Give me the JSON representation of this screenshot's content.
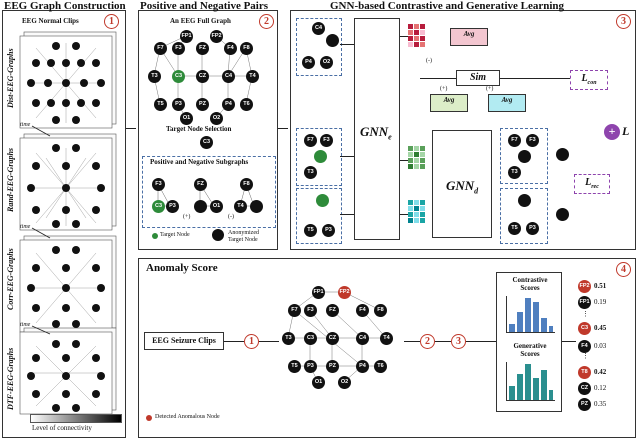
{
  "panels": {
    "graph_construction": {
      "title": "EEG Graph Construction",
      "badge": "1",
      "clips_label": "EEG Normal Clips",
      "rows": [
        "Dist-EEG-Graphs",
        "Rand-EEG-Graphs",
        "Corr-EEG-Graphs",
        "DTF-EEG-Graphs"
      ],
      "time_label": "time",
      "colorbar_label": "Level of connectivity"
    },
    "pairs": {
      "title": "Positive and Negative Pairs",
      "badge": "2",
      "full_graph_label": "An EEG Full Graph",
      "target_selection_label": "Target Node Selection",
      "subgraphs_label": "Positive and Negative Subgraphs",
      "plus": "(+)",
      "minus": "(-)",
      "legend_target": "Target Node",
      "legend_anon": "Anonymized Target Node"
    },
    "gnn": {
      "title": "GNN-based Contrastive and Generative Learning",
      "badge": "3",
      "gnn_e": "GNN",
      "gnn_e_sub": "e",
      "gnn_d": "GNN",
      "gnn_d_sub": "d",
      "avg": "Avg",
      "sim": "Sim",
      "loss_con": "L",
      "loss_con_sub": "con",
      "loss_rec": "L",
      "loss_rec_sub": "rec",
      "loss_total": "L",
      "plus_sign": "+",
      "signs": [
        "(-)",
        "(+)",
        "(+)"
      ]
    },
    "anomaly": {
      "title": "Anomaly Score",
      "badge": "4",
      "clips_label": "EEG Seizure Clips",
      "step1": "1",
      "step2": "2",
      "step3": "3",
      "contrastive_label": "Contrastive Scores",
      "generative_label": "Generative Scores",
      "detected_label": "Detected Anomalous Node",
      "scores": [
        {
          "node": "FP2",
          "value": "0.51"
        },
        {
          "node": "FP1",
          "value": "0.19"
        },
        {
          "node": "C3",
          "value": "0.45"
        },
        {
          "node": "F4",
          "value": "0.03"
        },
        {
          "node": "T8",
          "value": "0.42"
        },
        {
          "node": "CZ",
          "value": "0.12"
        },
        {
          "node": "PZ",
          "value": "0.35"
        }
      ]
    }
  },
  "nodes": {
    "full_graph": [
      "FP1",
      "FP2",
      "F7",
      "F3",
      "FZ",
      "F4",
      "F8",
      "T3",
      "C3",
      "CZ",
      "C4",
      "T4",
      "T5",
      "P3",
      "PZ",
      "P4",
      "T6",
      "O1",
      "O2"
    ],
    "target": "C3"
  },
  "colors": {
    "accent_red": "#c0392b",
    "node_green": "#2e8b3a",
    "heat_red": "#b71c3c",
    "heat_green": "#5aa05a",
    "heat_teal": "#1aa5a5",
    "bar_blue": "#4f7fbf",
    "bar_teal": "#2a8f8f"
  }
}
